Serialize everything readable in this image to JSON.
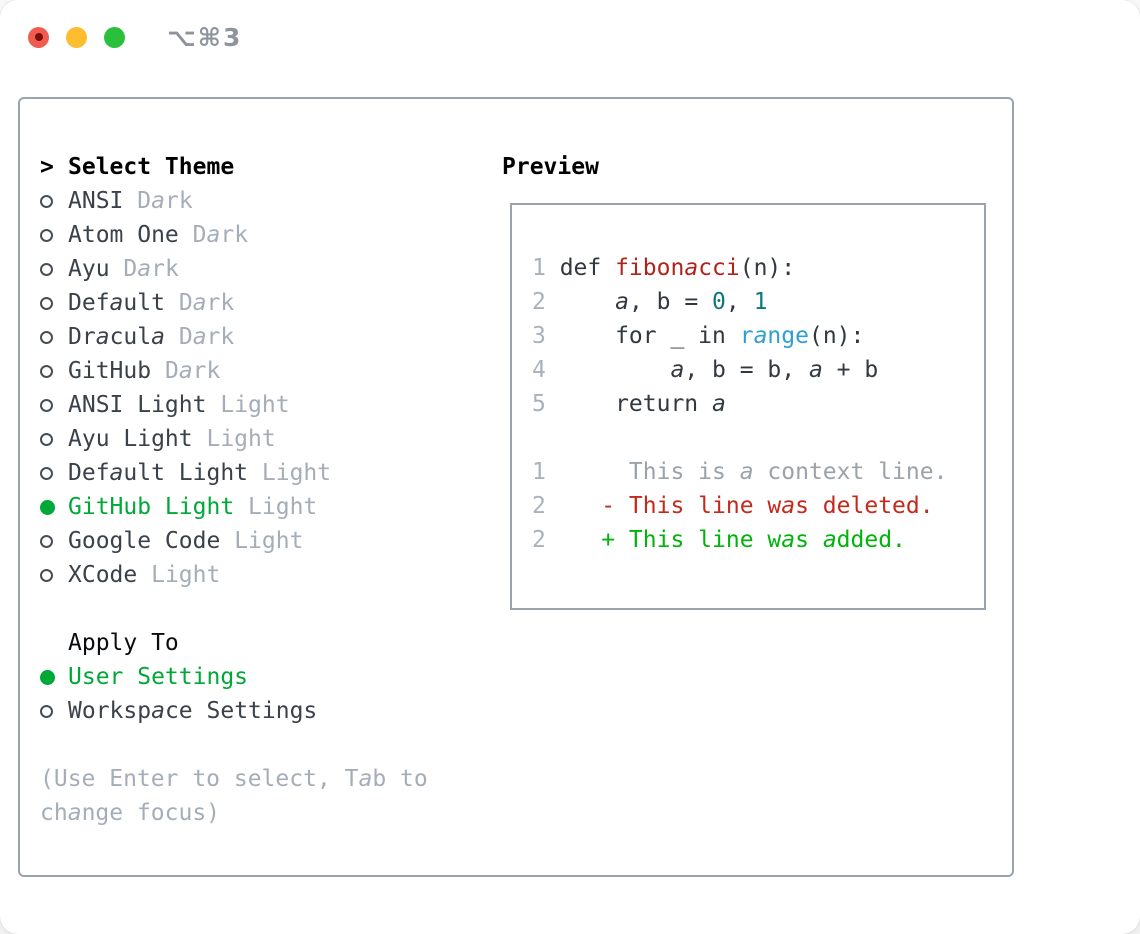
{
  "window": {
    "titlebar": {
      "shortcut": "⌥⌘3",
      "traffic_lights": [
        "close",
        "minimize",
        "zoom"
      ]
    }
  },
  "theme_panel": {
    "prompt": ">",
    "title": "Select Theme",
    "themes": [
      {
        "name": "ANSI",
        "tag": "Dark",
        "selected": false
      },
      {
        "name": "Atom One",
        "tag": "Dark",
        "selected": false
      },
      {
        "name": "Ayu",
        "tag": "Dark",
        "selected": false
      },
      {
        "name": "Default",
        "tag": "Dark",
        "selected": false
      },
      {
        "name": "Dracula",
        "tag": "Dark",
        "selected": false
      },
      {
        "name": "GitHub",
        "tag": "Dark",
        "selected": false
      },
      {
        "name": "ANSI Light",
        "tag": "Light",
        "selected": false
      },
      {
        "name": "Ayu Light",
        "tag": "Light",
        "selected": false
      },
      {
        "name": "Default Light",
        "tag": "Light",
        "selected": false
      },
      {
        "name": "GitHub Light",
        "tag": "Light",
        "selected": true
      },
      {
        "name": "Google Code",
        "tag": "Light",
        "selected": false
      },
      {
        "name": "XCode",
        "tag": "Light",
        "selected": false
      }
    ],
    "apply_to": {
      "title": "Apply To",
      "options": [
        {
          "label": "User Settings",
          "selected": true
        },
        {
          "label": "Workspace Settings",
          "selected": false
        }
      ]
    },
    "hint_lines": [
      "(Use Enter to select, Tab to",
      "change focus)"
    ]
  },
  "preview": {
    "title": "Preview",
    "lines": [
      {
        "num": "1",
        "segments": [
          [
            "def ",
            "code"
          ],
          [
            "fibonacci",
            "func"
          ],
          [
            "(n):",
            "code"
          ]
        ]
      },
      {
        "num": "2",
        "segments": [
          [
            "    a, b = ",
            "code"
          ],
          [
            "0",
            "num"
          ],
          [
            ", ",
            "code"
          ],
          [
            "1",
            "num"
          ]
        ]
      },
      {
        "num": "3",
        "segments": [
          [
            "    for _ in ",
            "code"
          ],
          [
            "range",
            "builtin"
          ],
          [
            "(n):",
            "code"
          ]
        ]
      },
      {
        "num": "4",
        "segments": [
          [
            "        a, b = b, a + b",
            "code"
          ]
        ]
      },
      {
        "num": "5",
        "segments": [
          [
            "    return a",
            "code"
          ]
        ]
      },
      {
        "blank": true
      },
      {
        "num": "1",
        "segments": [
          [
            "     This is a context line.",
            "ctx"
          ]
        ]
      },
      {
        "num": "2",
        "segments": [
          [
            "   - This line was deleted.",
            "del"
          ]
        ]
      },
      {
        "num": "2",
        "segments": [
          [
            "   + This line was added.",
            "add"
          ]
        ]
      }
    ]
  },
  "colors": {
    "selected_green": "#00a838",
    "added_green": "#00b40b",
    "deleted_red": "#c4291c",
    "function_red": "#b0241c",
    "number_teal": "#0e777e",
    "builtin_blue": "#2f9fd1",
    "text_dark": "#31383f",
    "muted_gray": "#a4adb8",
    "context_gray": "#9aa2aa",
    "border_gray": "#9aa4ae",
    "traffic_red": "#f15b50",
    "traffic_yellow": "#fdbd2e",
    "traffic_green": "#2ac03c"
  }
}
